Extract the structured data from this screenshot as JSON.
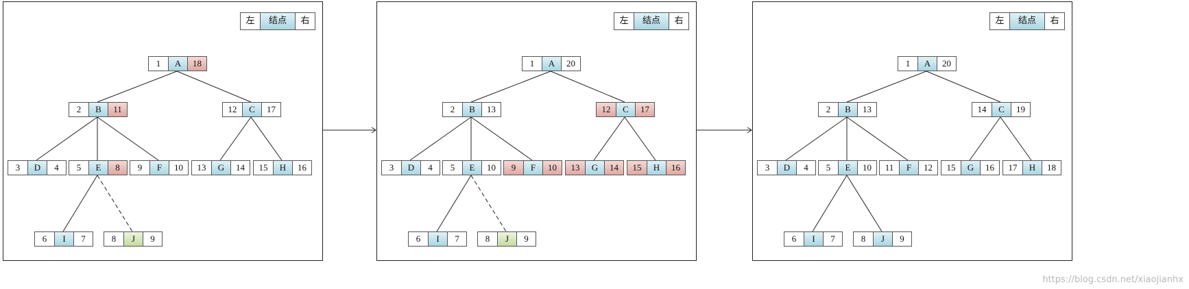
{
  "legend": {
    "left": "左",
    "node": "结点",
    "right": "右"
  },
  "panels": [
    {
      "nodes": [
        {
          "key": "A",
          "name": "A",
          "left": "1",
          "right": "18",
          "hl": {
            "right": "red"
          }
        },
        {
          "key": "B",
          "name": "B",
          "left": "2",
          "right": "11",
          "hl": {
            "right": "red"
          }
        },
        {
          "key": "C",
          "name": "C",
          "left": "12",
          "right": "17"
        },
        {
          "key": "D",
          "name": "D",
          "left": "3",
          "right": "4"
        },
        {
          "key": "E",
          "name": "E",
          "left": "5",
          "right": "8",
          "hl": {
            "right": "red"
          }
        },
        {
          "key": "F",
          "name": "F",
          "left": "9",
          "right": "10"
        },
        {
          "key": "G",
          "name": "G",
          "left": "13",
          "right": "14"
        },
        {
          "key": "H",
          "name": "H",
          "left": "15",
          "right": "16"
        },
        {
          "key": "I",
          "name": "I",
          "left": "6",
          "right": "7"
        },
        {
          "key": "J",
          "name": "J",
          "left": "8",
          "right": "9",
          "hl": {
            "name": "green"
          }
        }
      ],
      "dashed_edges": [
        [
          "E",
          "J"
        ]
      ]
    },
    {
      "nodes": [
        {
          "key": "A",
          "name": "A",
          "left": "1",
          "right": "20"
        },
        {
          "key": "B",
          "name": "B",
          "left": "2",
          "right": "13"
        },
        {
          "key": "C",
          "name": "C",
          "left": "12",
          "right": "17",
          "hl": {
            "left": "red",
            "right": "red"
          }
        },
        {
          "key": "D",
          "name": "D",
          "left": "3",
          "right": "4"
        },
        {
          "key": "E",
          "name": "E",
          "left": "5",
          "right": "10"
        },
        {
          "key": "F",
          "name": "F",
          "left": "9",
          "right": "10",
          "hl": {
            "left": "red",
            "right": "red"
          }
        },
        {
          "key": "G",
          "name": "G",
          "left": "13",
          "right": "14",
          "hl": {
            "left": "red",
            "right": "red"
          }
        },
        {
          "key": "H",
          "name": "H",
          "left": "15",
          "right": "16",
          "hl": {
            "left": "red",
            "right": "red"
          }
        },
        {
          "key": "I",
          "name": "I",
          "left": "6",
          "right": "7"
        },
        {
          "key": "J",
          "name": "J",
          "left": "8",
          "right": "9",
          "hl": {
            "name": "green"
          }
        }
      ],
      "dashed_edges": [
        [
          "E",
          "J"
        ]
      ]
    },
    {
      "nodes": [
        {
          "key": "A",
          "name": "A",
          "left": "1",
          "right": "20"
        },
        {
          "key": "B",
          "name": "B",
          "left": "2",
          "right": "13"
        },
        {
          "key": "C",
          "name": "C",
          "left": "14",
          "right": "19"
        },
        {
          "key": "D",
          "name": "D",
          "left": "3",
          "right": "4"
        },
        {
          "key": "E",
          "name": "E",
          "left": "5",
          "right": "10"
        },
        {
          "key": "F",
          "name": "F",
          "left": "11",
          "right": "12"
        },
        {
          "key": "G",
          "name": "G",
          "left": "15",
          "right": "16"
        },
        {
          "key": "H",
          "name": "H",
          "left": "17",
          "right": "18"
        },
        {
          "key": "I",
          "name": "I",
          "left": "6",
          "right": "7"
        },
        {
          "key": "J",
          "name": "J",
          "left": "8",
          "right": "9"
        }
      ],
      "dashed_edges": []
    }
  ],
  "edges": [
    [
      "A",
      "B"
    ],
    [
      "A",
      "C"
    ],
    [
      "B",
      "D"
    ],
    [
      "B",
      "E"
    ],
    [
      "B",
      "F"
    ],
    [
      "C",
      "G"
    ],
    [
      "C",
      "H"
    ],
    [
      "E",
      "I"
    ],
    [
      "E",
      "J"
    ]
  ],
  "colors": {
    "node_fill": "#a9d6e3",
    "highlight_red": "#dfa8a2",
    "highlight_green": "#c6dba0",
    "line": "#222222"
  },
  "watermark": "https://blog.csdn.net/xiaojianhx"
}
